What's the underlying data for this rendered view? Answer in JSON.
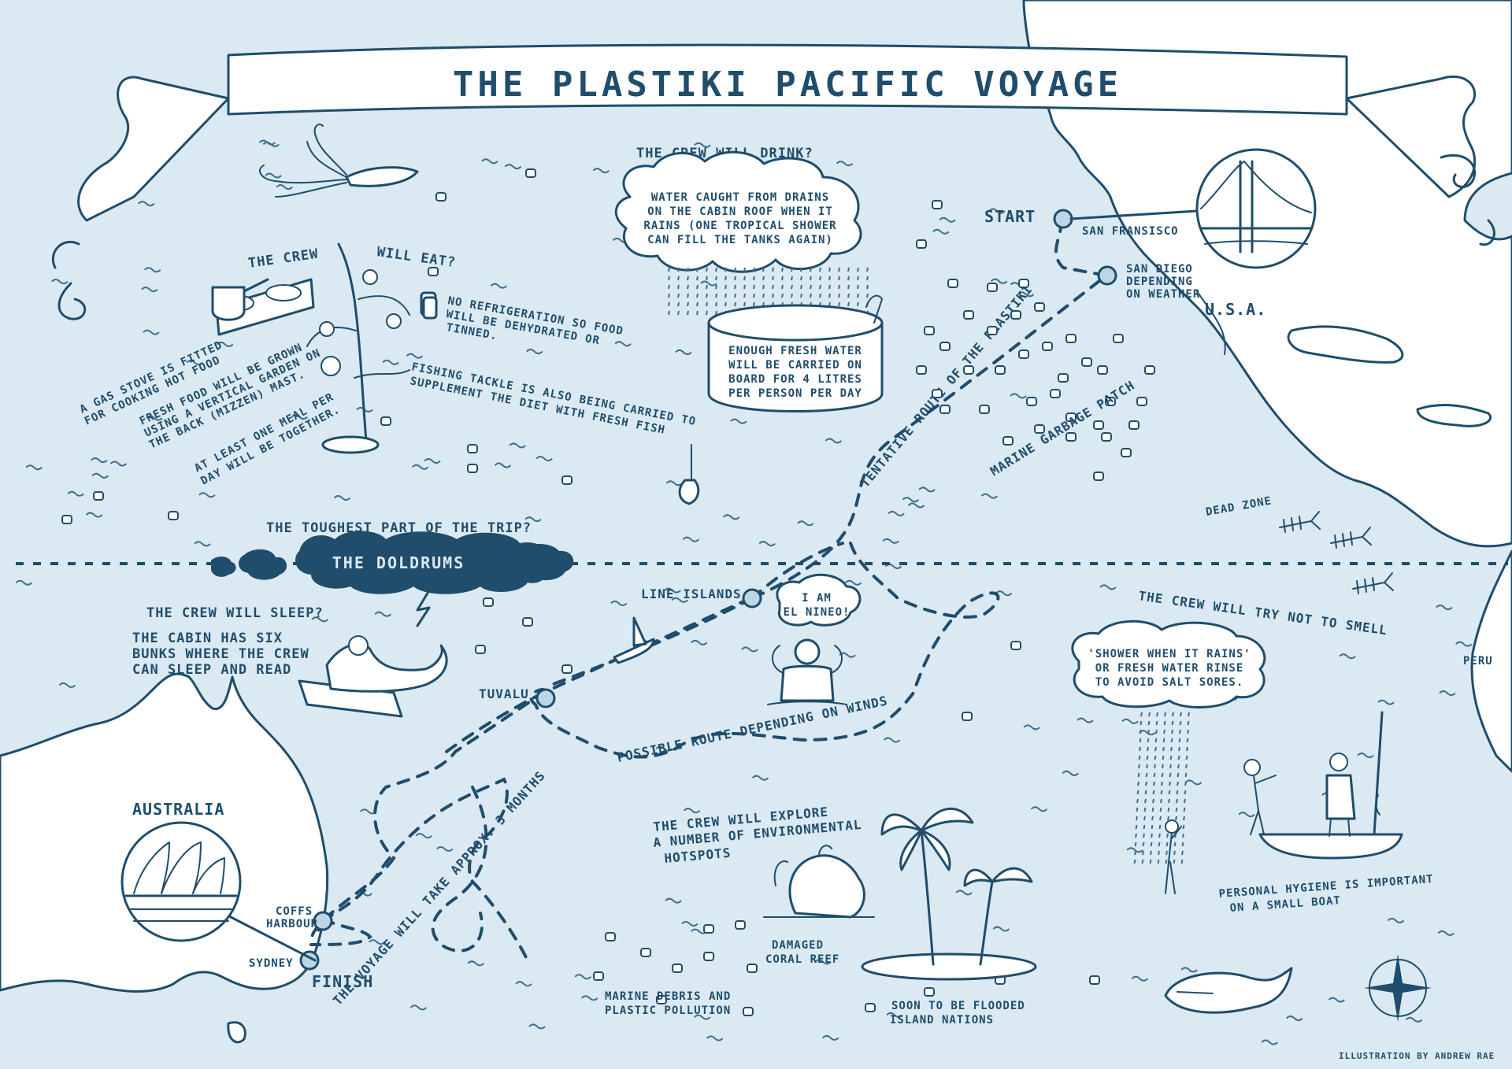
{
  "title": "THE PLASTIKI PACIFIC VOYAGE",
  "colors": {
    "sea": "#dbe9f2",
    "ink": "#1f4d6b",
    "land": "#ffffff",
    "cloud": "#1f4d6b"
  },
  "regions": {
    "usa": "U.S.A.",
    "australia": "AUSTRALIA",
    "peru": "PERU"
  },
  "places": {
    "start": "START",
    "san_francisco": "SAN FRANSISCO",
    "san_diego": [
      "SAN DIEGO",
      "DEPENDING",
      "ON WEATHER"
    ],
    "line_islands": "LINE ISLANDS",
    "tuvalu": "TUVALU",
    "coffs_harbour": [
      "COFFS",
      "HARBOUR"
    ],
    "sydney": "SYDNEY",
    "finish": "FINISH"
  },
  "route_labels": {
    "tentative": "TENTATIVE ROUTE OF THE PLASTIKI",
    "possible": "POSSIBLE ROUTE DEPENDING ON WINDS",
    "duration": "THE VOYAGE WILL TAKE APPROX. 3 MONTHS"
  },
  "drink": {
    "heading": "THE CREW WILL DRINK?",
    "cloud": [
      "WATER CAUGHT FROM DRAINS",
      "ON THE CABIN ROOF WHEN IT",
      "RAINS (ONE TROPICAL SHOWER",
      "CAN FILL THE TANKS AGAIN)"
    ],
    "tank": [
      "ENOUGH FRESH WATER",
      "WILL BE CARRIED ON",
      "BOARD FOR 4 LITRES",
      "PER PERSON PER DAY"
    ]
  },
  "eat": {
    "heading_left": "THE CREW",
    "heading_right": "WILL EAT?",
    "notes": [
      [
        "A GAS STOVE IS FITTED",
        "FOR COOKING HOT FOOD"
      ],
      [
        "FRESH FOOD WILL BE GROWN",
        "USING A VERTICAL GARDEN ON",
        "THE BACK (MIZZEN) MAST."
      ],
      [
        "AT LEAST ONE MEAL PER",
        "DAY WILL BE TOGETHER."
      ],
      [
        "NO REFRIGERATION SO FOOD",
        "WILL BE DEHYDRATED OR",
        "TINNED."
      ],
      [
        "FISHING TACKLE IS ALSO BEING CARRIED TO",
        "SUPPLEMENT THE DIET WITH FRESH FISH"
      ]
    ]
  },
  "doldrums": {
    "question": "THE TOUGHEST PART OF THE TRIP?",
    "label": "THE DOLDRUMS"
  },
  "sleep": {
    "heading": "THE CREW WILL SLEEP?",
    "lines": [
      "THE CABIN HAS SIX",
      "BUNKS WHERE THE CREW",
      "CAN SLEEP AND READ"
    ]
  },
  "el_nino": [
    "I AM",
    "EL NINEO!"
  ],
  "garbage_patch": "MARINE GARBAGE PATCH",
  "dead_zone": "DEAD ZONE",
  "smell": {
    "heading": "THE CREW WILL TRY NOT TO SMELL",
    "bubble": [
      "'SHOWER WHEN IT RAINS'",
      "OR FRESH WATER RINSE",
      "TO AVOID SALT SORES."
    ],
    "caption": [
      "PERSONAL HYGIENE IS IMPORTANT",
      "ON A SMALL BOAT"
    ]
  },
  "explore": {
    "heading": [
      "THE CREW WILL EXPLORE",
      "A NUMBER OF ENVIRONMENTAL",
      "HOTSPOTS"
    ]
  },
  "coral": [
    "DAMAGED",
    "CORAL REEF"
  ],
  "debris": [
    "MARINE DEBRIS AND",
    "PLASTIC POLLUTION"
  ],
  "islands": [
    "SOON TO BE FLOODED",
    "ISLAND NATIONS"
  ],
  "credit": "ILLUSTRATION BY ANDREW RAE",
  "icons": [
    "squid-icon",
    "stove-icon",
    "tree-icon",
    "tin-can-icon",
    "water-tank-icon",
    "fish-icon",
    "boat-icon",
    "mermaid-icon",
    "strongman-icon",
    "opera-house-icon",
    "golden-gate-icon",
    "coral-icon",
    "palm-tree-icon",
    "whale-icon",
    "compass-rose-icon",
    "fish-skeleton-icon",
    "rowboat-icon"
  ]
}
